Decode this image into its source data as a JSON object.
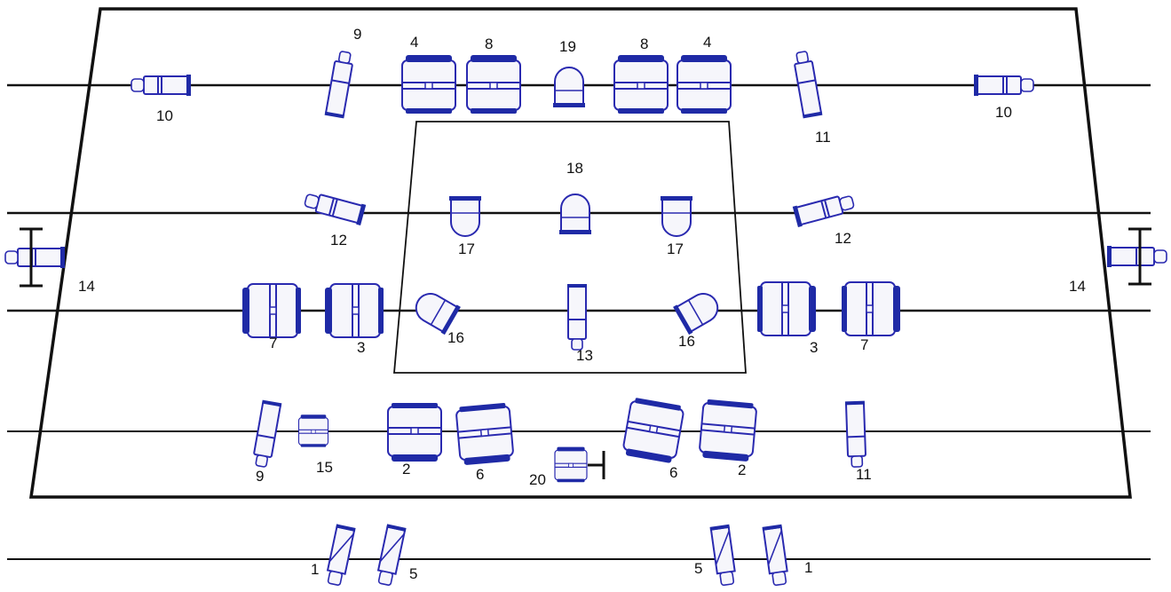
{
  "diagram": {
    "labels": {
      "l1": "1",
      "l2": "2",
      "l3": "3",
      "l4": "4",
      "l5": "5",
      "l6": "6",
      "l7": "7",
      "l8": "8",
      "l9": "9",
      "l10": "10",
      "l11": "11",
      "l12": "12",
      "l13": "13",
      "l14": "14",
      "l15": "15",
      "l16": "16",
      "l17": "17",
      "l18": "18",
      "l19": "19",
      "l20": "20"
    },
    "colors": {
      "frame": "#111111",
      "device_outline": "#2a2ab0",
      "device_fill": "#f6f6fb",
      "device_dark": "#1f2aa6"
    }
  }
}
